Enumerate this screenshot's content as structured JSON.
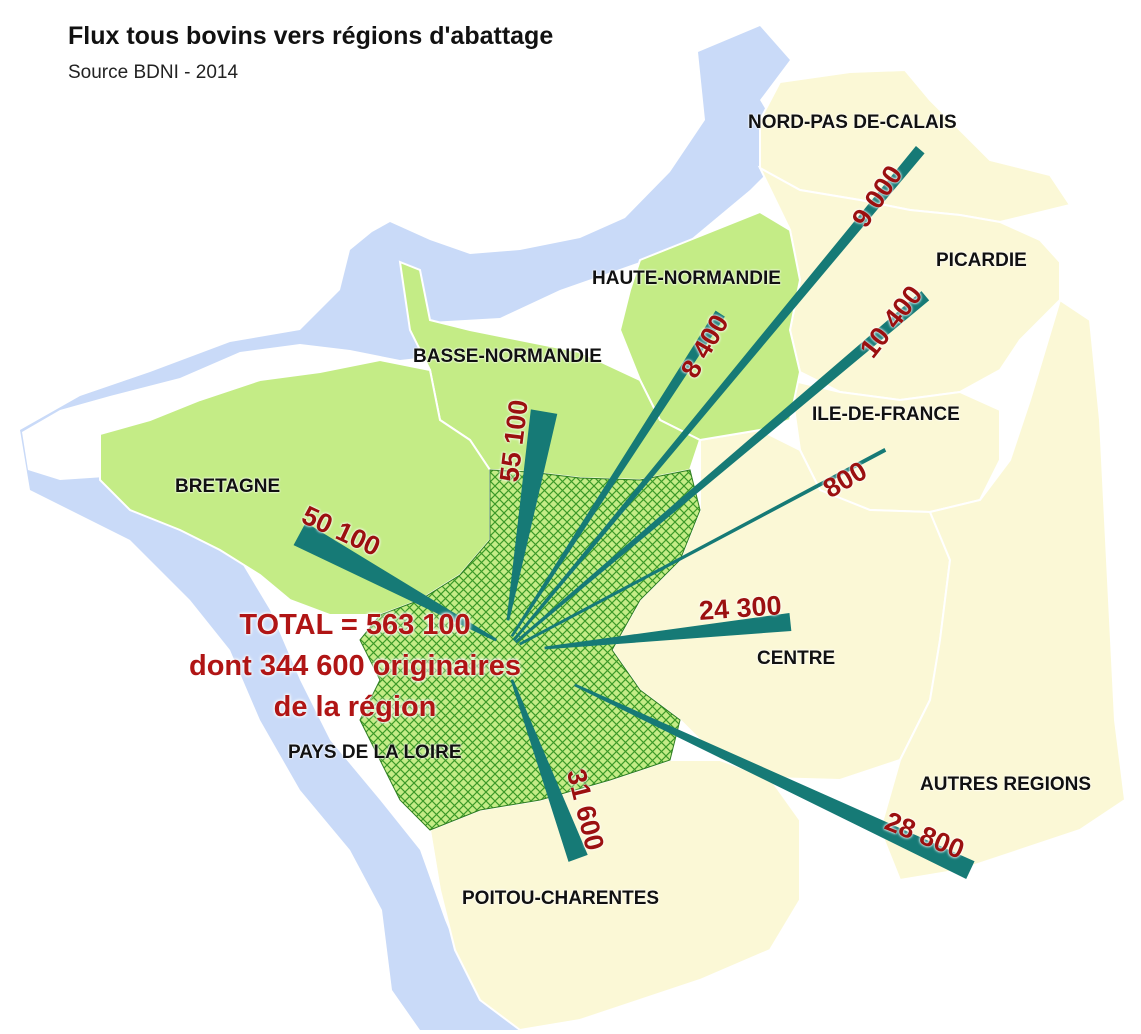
{
  "title": "Flux tous bovins vers régions d'abattage",
  "source": "Source BDNI - 2014",
  "colors": {
    "sea": "#c9daf8",
    "grand_ouest": "#c4ec86",
    "other_regions": "#fbf8d6",
    "origin_region_hatch": "#3c9a28",
    "flow_arrow": "#167a76",
    "flow_value_text": "#9b1010",
    "total_text": "#b01515"
  },
  "origin_region": "PAYS DE LA LOIRE",
  "regions": [
    {
      "name": "NORD-PAS DE-CALAIS"
    },
    {
      "name": "PICARDIE"
    },
    {
      "name": "HAUTE-NORMANDIE"
    },
    {
      "name": "BASSE-NORMANDIE"
    },
    {
      "name": "ILE-DE-FRANCE"
    },
    {
      "name": "BRETAGNE"
    },
    {
      "name": "CENTRE"
    },
    {
      "name": "AUTRES REGIONS"
    },
    {
      "name": "PAYS DE LA LOIRE"
    },
    {
      "name": "POITOU-CHARENTES"
    }
  ],
  "flows": [
    {
      "destination": "NORD-PAS DE-CALAIS",
      "value": "9 000",
      "heads": 9000
    },
    {
      "destination": "PICARDIE",
      "value": "10 400",
      "heads": 10400
    },
    {
      "destination": "HAUTE-NORMANDIE",
      "value": "8 400",
      "heads": 8400
    },
    {
      "destination": "BASSE-NORMANDIE",
      "value": "55 100",
      "heads": 55100
    },
    {
      "destination": "ILE-DE-FRANCE",
      "value": "800",
      "heads": 800
    },
    {
      "destination": "BRETAGNE",
      "value": "50 100",
      "heads": 50100
    },
    {
      "destination": "CENTRE",
      "value": "24 300",
      "heads": 24300
    },
    {
      "destination": "AUTRES REGIONS",
      "value": "28 800",
      "heads": 28800
    },
    {
      "destination": "POITOU-CHARENTES",
      "value": "31 600",
      "heads": 31600
    }
  ],
  "total": {
    "line1": "TOTAL = 563 100",
    "line2": "dont 344 600 originaires",
    "line3": "de la région"
  }
}
